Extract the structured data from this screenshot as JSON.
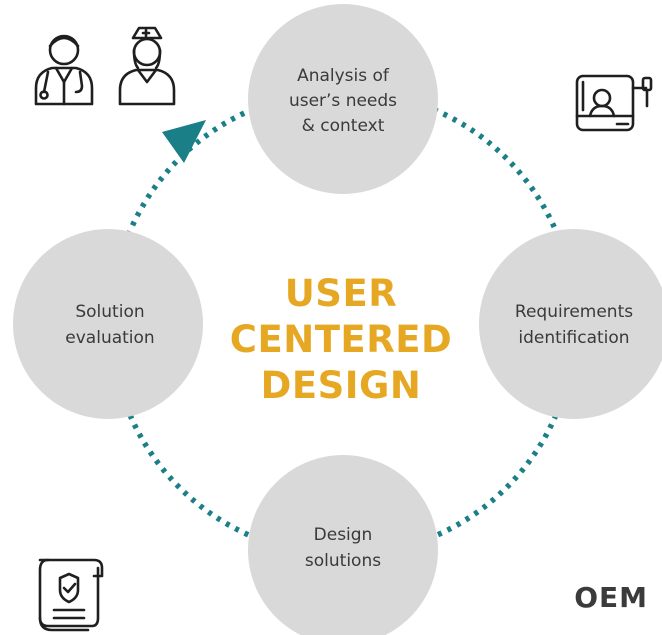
{
  "center": {
    "line1": "USER",
    "line2": "CENTERED",
    "line3": "DESIGN"
  },
  "nodes": {
    "analysis": {
      "line1": "Analysis of",
      "line2": "user’s needs",
      "line3": "& context"
    },
    "requirements": {
      "line1": "Requirements",
      "line2": "identification"
    },
    "design": {
      "line1": "Design",
      "line2": "solutions"
    },
    "evaluation": {
      "line1": "Solution",
      "line2": "evaluation"
    }
  },
  "brand": "OEM",
  "icons": {
    "top_left": [
      "doctor-icon",
      "nurse-icon"
    ],
    "top_right": "patient-bed-icon",
    "bottom_left": "certificate-scroll-icon"
  },
  "colors": {
    "cycle": "#1a7f86",
    "node_fill": "#d9d9d9",
    "center_text": "#e6a823",
    "node_text": "#3a3a3a",
    "brand_text": "#3b3b3b"
  }
}
